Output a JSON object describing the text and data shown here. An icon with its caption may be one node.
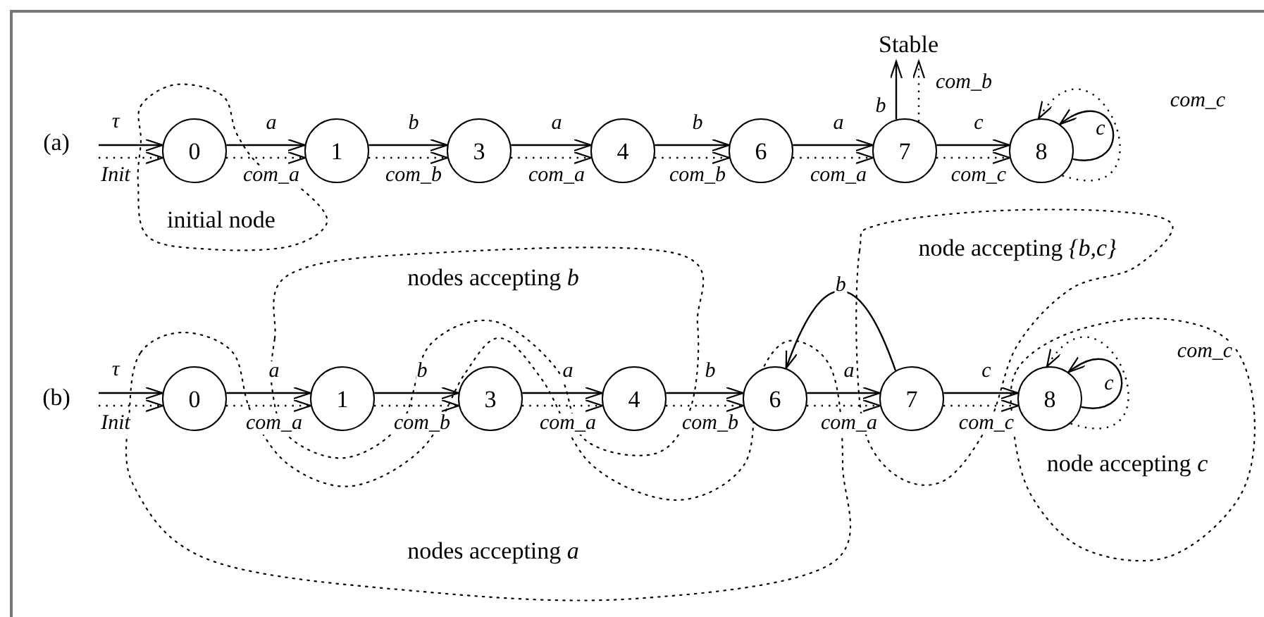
{
  "diagram": {
    "nodes": [
      {
        "text": [
          "Stable"
        ]
      },
      {
        "text": [
          "0"
        ]
      },
      {
        "text": [
          "1"
        ]
      },
      {
        "text": [
          "3"
        ]
      },
      {
        "text": [
          "4"
        ]
      },
      {
        "text": [
          "6"
        ]
      },
      {
        "text": [
          "7"
        ]
      },
      {
        "text": [
          "8"
        ]
      },
      {
        "text": [
          "0"
        ]
      },
      {
        "text": [
          "1"
        ]
      },
      {
        "text": [
          "3"
        ]
      },
      {
        "text": [
          "4"
        ]
      },
      {
        "text": [
          "6"
        ]
      },
      {
        "text": [
          "7"
        ]
      },
      {
        "text": [
          "8"
        ]
      }
    ],
    "edges": [
      {
        "from": null,
        "to": 1,
        "label": "τ",
        "arrow": "to"
      },
      {
        "from": null,
        "to": 1,
        "label": "Init",
        "arrow": "to",
        "style": "dashed"
      },
      {
        "from": 1,
        "to": 2,
        "label": "a",
        "arrow": "to"
      },
      {
        "from": 1,
        "to": 2,
        "label": "com_a",
        "arrow": "to",
        "style": "dashed"
      },
      {
        "from": 2,
        "to": 3,
        "label": "b",
        "arrow": "to"
      },
      {
        "from": 2,
        "to": 3,
        "label": "com_b",
        "arrow": "to",
        "style": "dashed"
      },
      {
        "from": 3,
        "to": 4,
        "label": "a",
        "arrow": "to"
      },
      {
        "from": 3,
        "to": 4,
        "label": "com_a",
        "arrow": "to",
        "style": "dashed"
      },
      {
        "from": 4,
        "to": 5,
        "label": "b",
        "arrow": "to"
      },
      {
        "from": 4,
        "to": 5,
        "label": "com_b",
        "arrow": "to",
        "style": "dashed"
      },
      {
        "from": 5,
        "to": 6,
        "label": "a",
        "arrow": "to"
      },
      {
        "from": 5,
        "to": 6,
        "label": "com_a",
        "arrow": "to",
        "style": "dashed"
      },
      {
        "from": 6,
        "to": 0,
        "label": "b",
        "arrow": "to"
      },
      {
        "from": 6,
        "to": 0,
        "label": "com_b",
        "arrow": "to",
        "style": "dashed"
      },
      {
        "from": 6,
        "to": 7,
        "label": "c",
        "arrow": "to"
      },
      {
        "from": 6,
        "to": 7,
        "label": "com_c",
        "arrow": "to",
        "style": "dashed"
      },
      {
        "from": 7,
        "to": 7,
        "label": "c",
        "arrow": "to"
      },
      {
        "from": 7,
        "to": 7,
        "label": "com_c",
        "arrow": "to",
        "style": "dashed"
      },
      {
        "from": null,
        "to": 8,
        "label": "τ",
        "arrow": "to"
      },
      {
        "from": null,
        "to": 8,
        "label": "Init",
        "arrow": "to",
        "style": "dashed"
      },
      {
        "from": 8,
        "to": 9,
        "label": "a",
        "arrow": "to"
      },
      {
        "from": 8,
        "to": 9,
        "label": "com_a",
        "arrow": "to",
        "style": "dashed"
      },
      {
        "from": 9,
        "to": 10,
        "label": "b",
        "arrow": "to"
      },
      {
        "from": 9,
        "to": 10,
        "label": "com_b",
        "arrow": "to",
        "style": "dashed"
      },
      {
        "from": 10,
        "to": 11,
        "label": "a",
        "arrow": "to"
      },
      {
        "from": 10,
        "to": 11,
        "label": "com_a",
        "arrow": "to",
        "style": "dashed"
      },
      {
        "from": 11,
        "to": 12,
        "label": "b",
        "arrow": "to"
      },
      {
        "from": 11,
        "to": 12,
        "label": "com_b",
        "arrow": "to",
        "style": "dashed"
      },
      {
        "from": 12,
        "to": 13,
        "label": "a",
        "arrow": "to"
      },
      {
        "from": 12,
        "to": 13,
        "label": "com_a",
        "arrow": "to",
        "style": "dashed"
      },
      {
        "from": 13,
        "to": 12,
        "label": "b",
        "arrow": "to"
      },
      {
        "from": 13,
        "to": 14,
        "label": "c",
        "arrow": "to"
      },
      {
        "from": 13,
        "to": 14,
        "label": "com_c",
        "arrow": "to",
        "style": "dashed"
      },
      {
        "from": 14,
        "to": 14,
        "label": "c",
        "arrow": "to"
      },
      {
        "from": 14,
        "to": 14,
        "label": "com_c",
        "arrow": "to",
        "style": "dashed"
      }
    ],
    "labels": [
      "(a)",
      "initial node",
      "nodes accepting *b*",
      "node accepting *{b,c}*",
      "(b)",
      "node accepting *c*",
      "nodes accepting *a*"
    ]
  }
}
